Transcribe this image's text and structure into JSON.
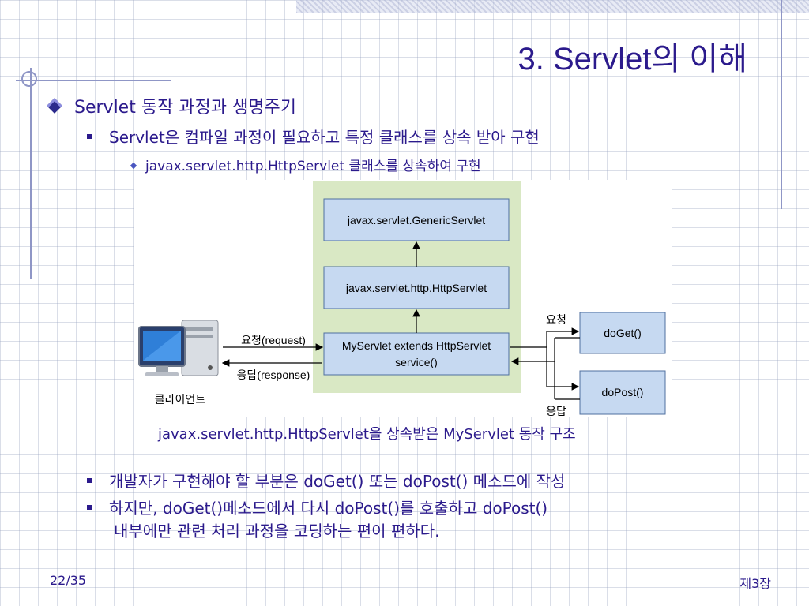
{
  "slide": {
    "title": "3. Servlet의 이해",
    "bullet1": "Servlet 동작 과정과 생명주기",
    "bullet1_1": "Servlet은 컴파일 과정이 필요하고 특정 클래스를 상속 받아 구현",
    "bullet1_1_1": "javax.servlet.http.HttpServlet 클래스를 상속하여 구현",
    "caption": "javax.servlet.http.HttpServlet을 상속받은 MyServlet 동작 구조",
    "bullet2": "개발자가 구현해야 할 부분은 doGet() 또는 doPost() 메소드에 작성",
    "bullet3_line1": "하지만, doGet()메소드에서 다시 doPost()를 호출하고 doPost()",
    "bullet3_line2": "내부에만 관련 처리 과정을 코딩하는 편이 편하다.",
    "page_number": "22/35",
    "chapter": "제3장"
  },
  "diagram": {
    "generic_servlet": "javax.servlet.GenericServlet",
    "http_servlet": "javax.servlet.http.HttpServlet",
    "my_servlet_line1": "MyServlet extends  HttpServlet",
    "my_servlet_line2": "service()",
    "request_label": "요청(request)",
    "response_label": "응답(response)",
    "client_label": "클라이언트",
    "req_short": "요청",
    "resp_short": "응답",
    "do_get": "doGet()",
    "do_post": "doPost()"
  },
  "colors": {
    "text": "#2b1a8c",
    "diagram_bg": "#d9e8c4",
    "box_fill": "#c6d9f1",
    "box_stroke": "#4f6f9f"
  }
}
